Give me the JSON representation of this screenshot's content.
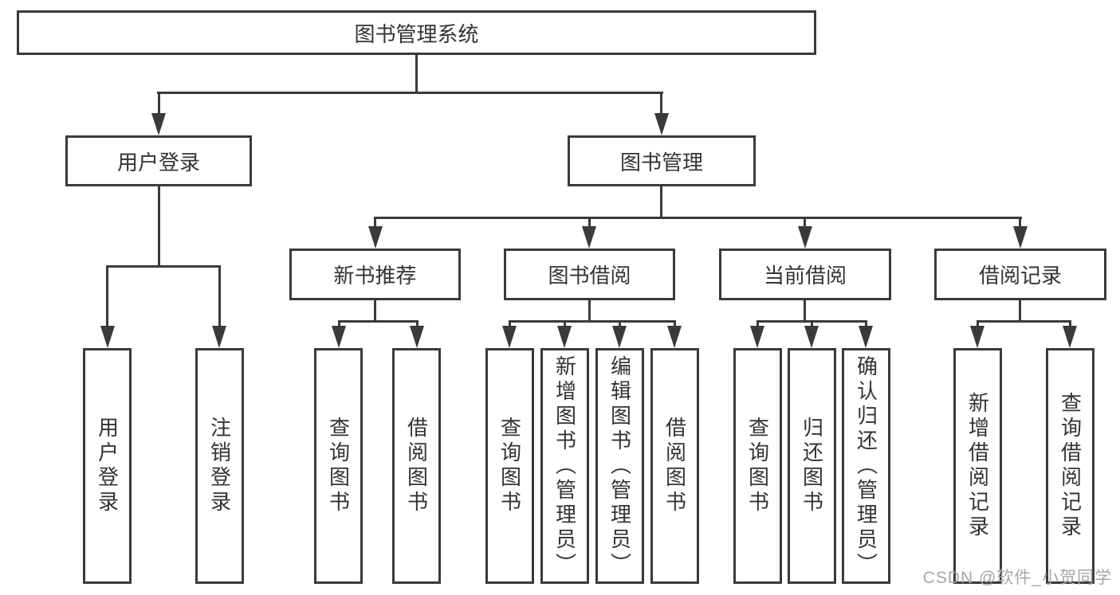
{
  "root": {
    "label": "图书管理系统"
  },
  "level2": [
    {
      "label": "用户登录"
    },
    {
      "label": "图书管理"
    }
  ],
  "level3": [
    {
      "label": "新书推荐"
    },
    {
      "label": "图书借阅"
    },
    {
      "label": "当前借阅"
    },
    {
      "label": "借阅记录"
    }
  ],
  "leaves": [
    {
      "label": "用户登录"
    },
    {
      "label": "注销登录"
    },
    {
      "label": "查询图书"
    },
    {
      "label": "借阅图书"
    },
    {
      "label": "查询图书"
    },
    {
      "label": "新增图书（管理员）"
    },
    {
      "label": "编辑图书（管理员）"
    },
    {
      "label": "借阅图书"
    },
    {
      "label": "查询图书"
    },
    {
      "label": "归还图书"
    },
    {
      "label": "确认归还（管理员）"
    },
    {
      "label": "新增借阅记录"
    },
    {
      "label": "查询借阅记录"
    }
  ],
  "watermark": {
    "text": "CSDN @软件_小贺同学"
  },
  "colors": {
    "line": "#3a3a3a",
    "text": "#333333",
    "watermark": "#a6a6a6",
    "background": "#ffffff"
  }
}
